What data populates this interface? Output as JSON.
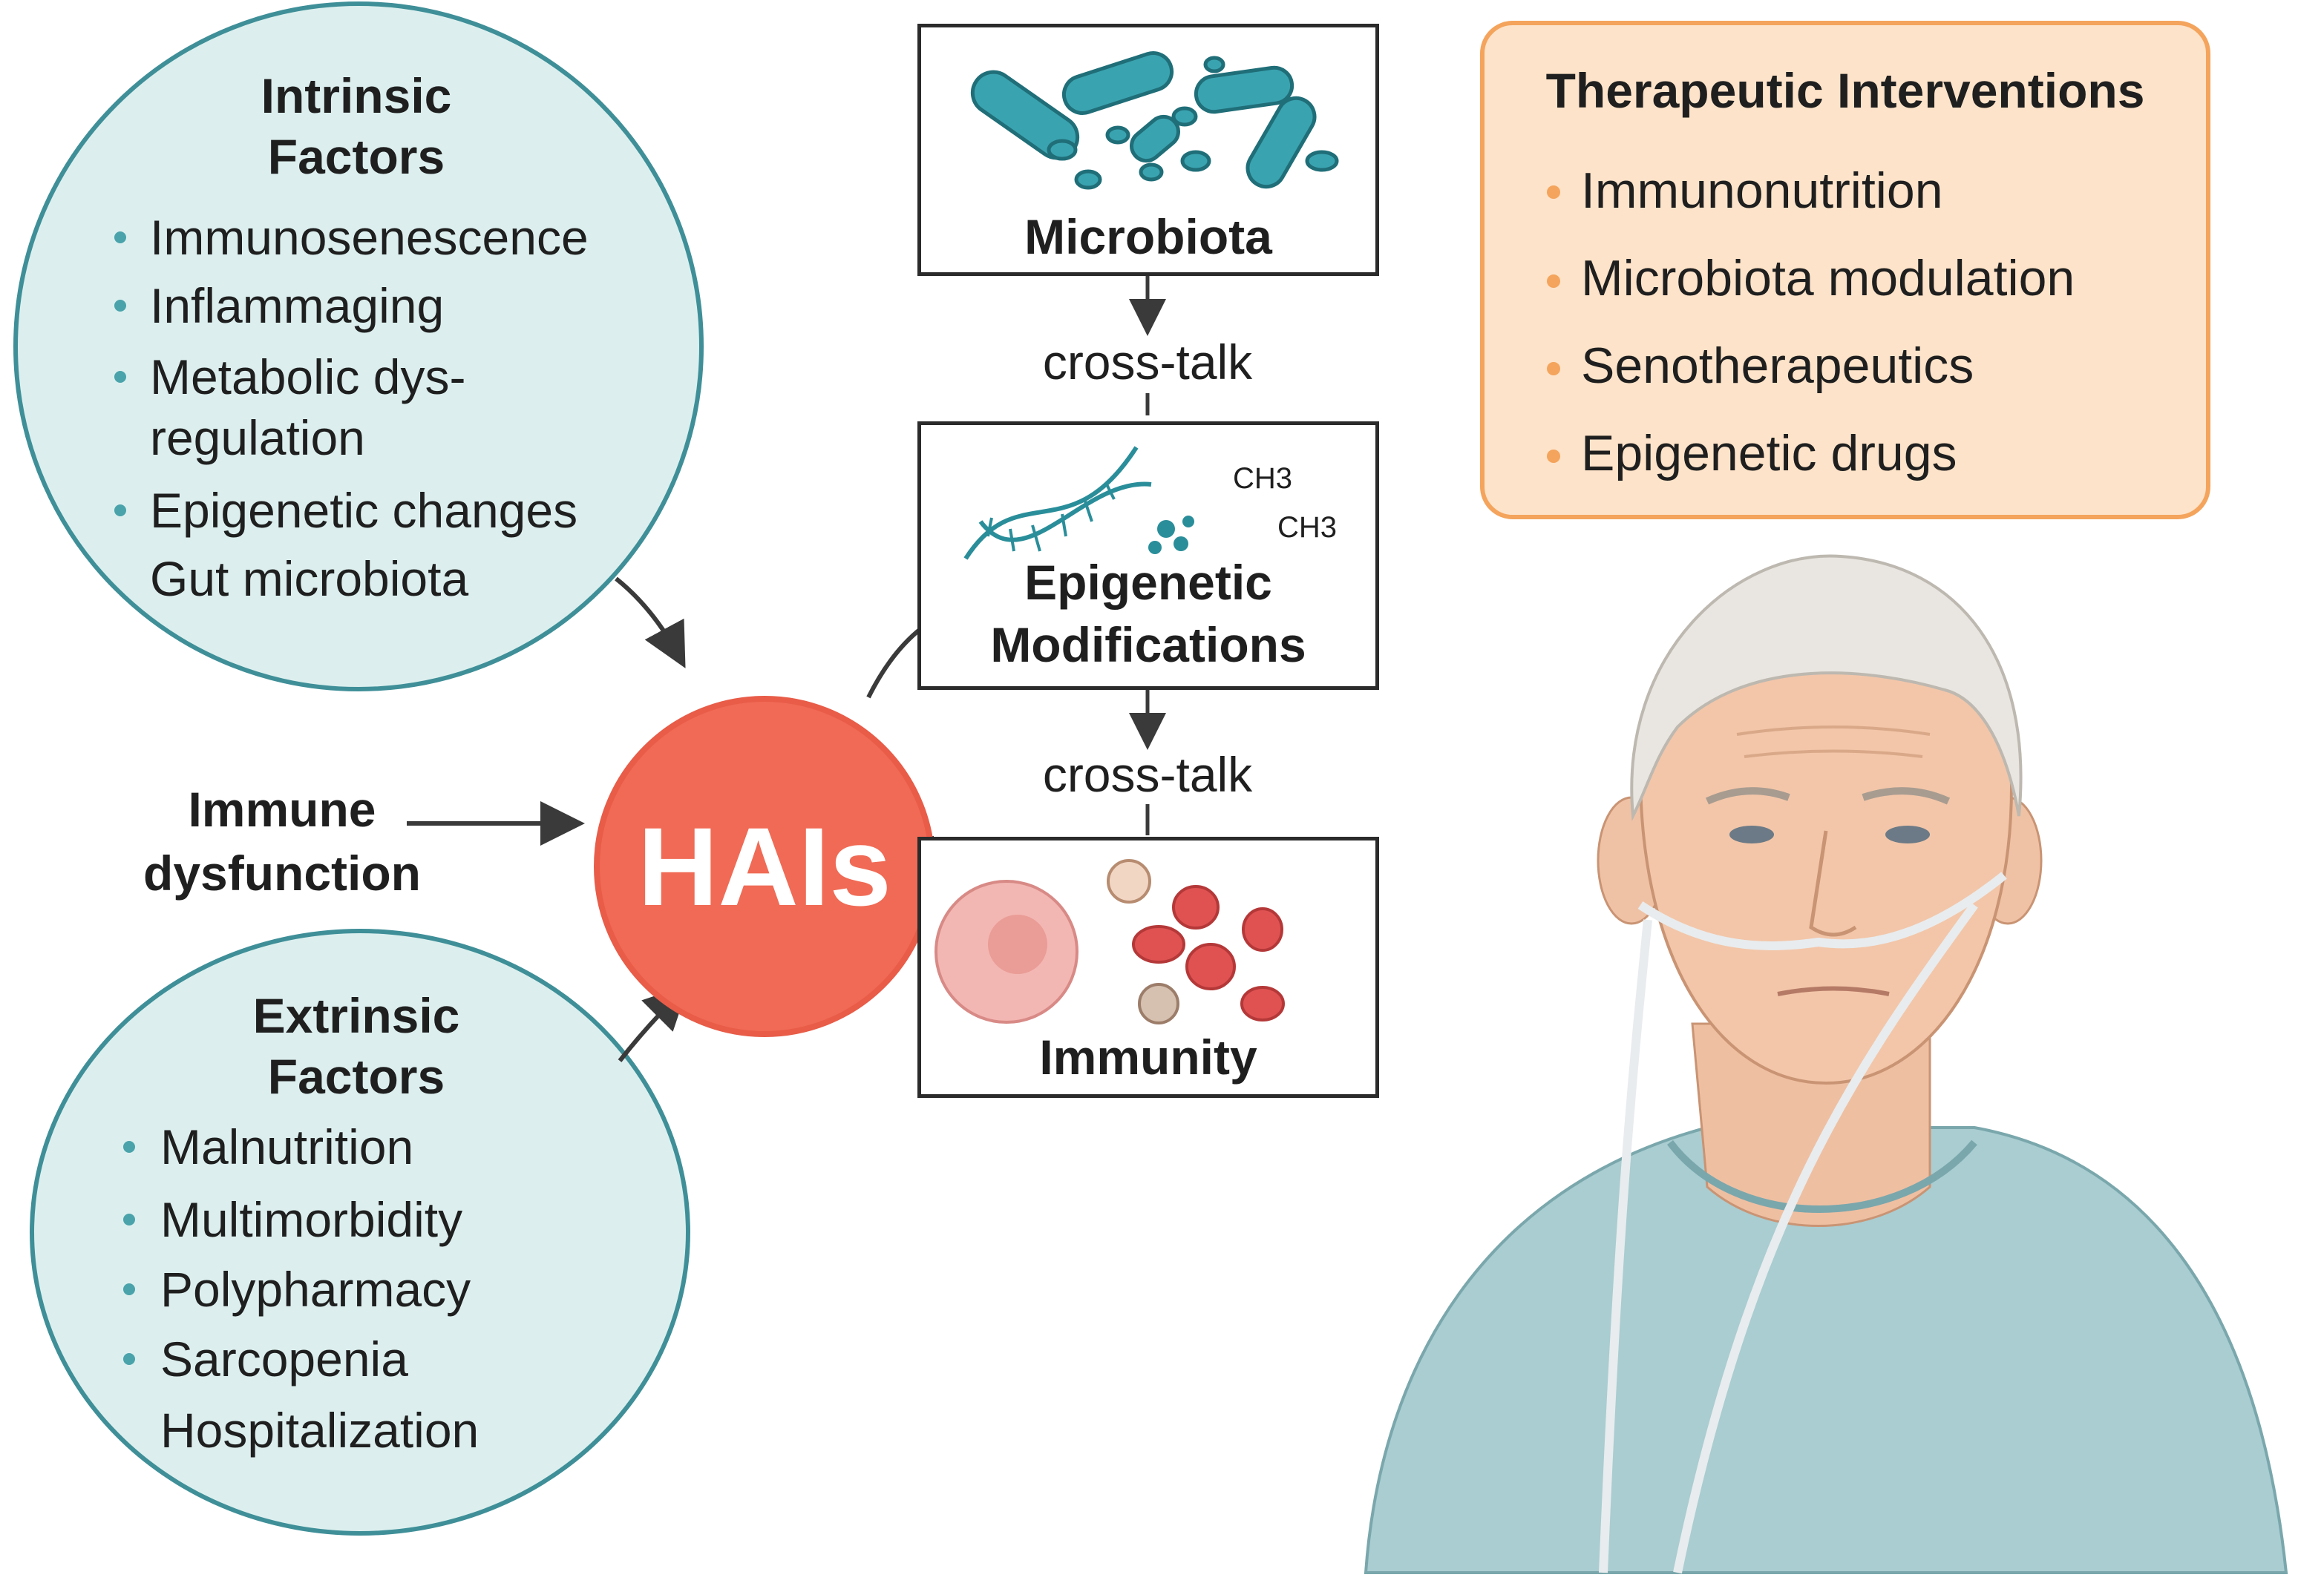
{
  "intrinsic": {
    "title_line1": "Intrinsic",
    "title_line2": "Factors",
    "items": [
      "Immunosenescence",
      "Inflammaging",
      "Metabolic dys-",
      "regulation",
      "Epigenetic changes",
      "Gut microbiota"
    ]
  },
  "extrinsic": {
    "title_line1": "Extrinsic",
    "title_line2": "Factors",
    "items": [
      "Malnutrition",
      "Multimorbidity",
      "Polypharmacy",
      "Sarcopenia",
      "Hospitalization"
    ]
  },
  "center_node": {
    "label": "HAIs"
  },
  "immune": {
    "line1": "Immune",
    "line2": "dysfunction"
  },
  "pathway": {
    "microbiota": "Microbiota",
    "crosstalk_1": "cross-talk",
    "epigenetic_line1": "Epigenetic",
    "epigenetic_line2": "Modifications",
    "crosstalk_2": "cross-talk",
    "immunity": "Immunity",
    "ch3_a": "CH3",
    "ch3_b": "CH3"
  },
  "therapeutic": {
    "title": "Therapeutic Interventions",
    "items": [
      "Immunonutrition",
      "Microbiota modulation",
      "Senotherapeutics",
      "Epigenetic drugs"
    ]
  },
  "icons": {
    "microbiota": "bacteria-icon",
    "epigenetic": "dna-helix-icon",
    "immunity": "blood-cells-icon",
    "patient": "elderly-patient-with-nasal-cannula-illustration"
  },
  "colors": {
    "teal": "#3f8f98",
    "teal_fill": "#dcefee",
    "hais": "#f06a55",
    "orange": "#f4a45c",
    "orange_fill": "#fde3c9"
  }
}
